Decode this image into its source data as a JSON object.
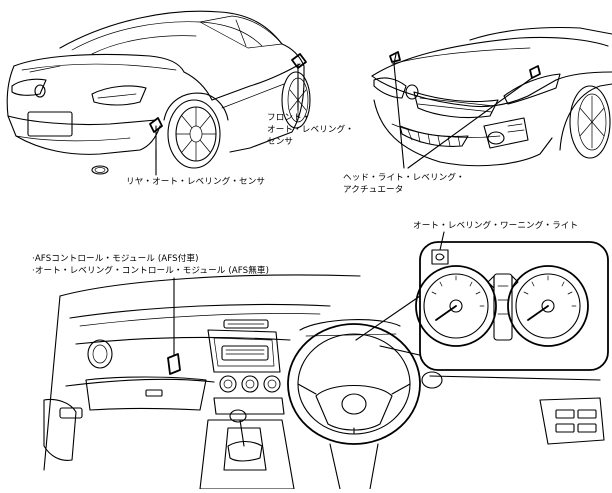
{
  "labels": {
    "front_sensor": [
      "フロント・",
      "オート・レベリング・",
      "センサ"
    ],
    "rear_sensor": "リヤ・オート・レベリング・センサ",
    "headlight_actuator": [
      "ヘッド・ライト・レベリング・",
      "アクチュエータ"
    ],
    "warning_light": "オート・レベリング・ワーニング・ライト",
    "control_module_afs": "·AFSコントロール・モジュール (AFS付車)",
    "control_module_no_afs": "·オート・レベリング・コントロール・モジュール (AFS無車)"
  }
}
